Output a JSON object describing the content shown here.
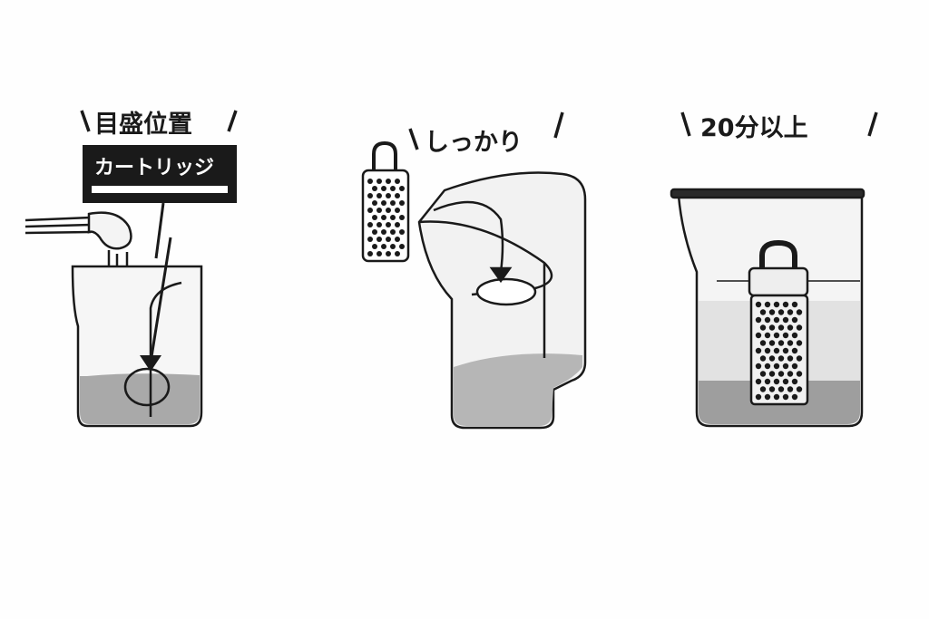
{
  "steps": [
    {
      "heading": "目盛位置",
      "tag_label": "カートリッジ"
    },
    {
      "heading": "しっかり"
    },
    {
      "heading": "20分以上"
    }
  ],
  "colors": {
    "ink": "#1a1a1a",
    "water": "#a9a9a9",
    "glass": "#eeeeee",
    "background": "#fefefe"
  }
}
